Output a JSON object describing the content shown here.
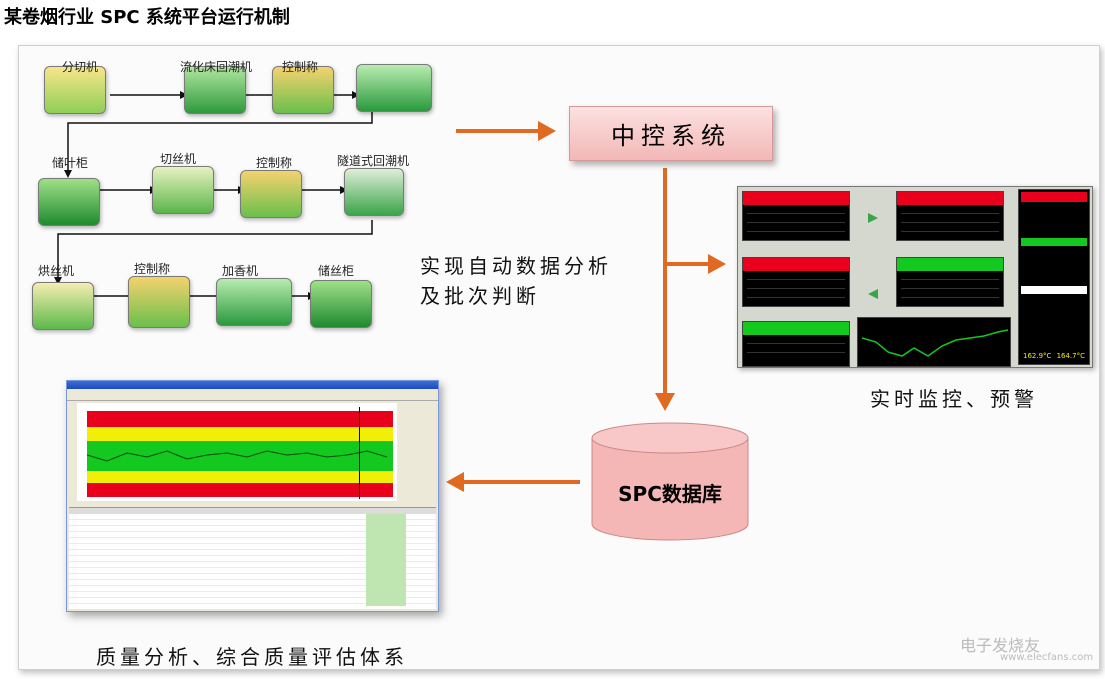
{
  "title": "某卷烟行业 SPC 系统平台运行机制",
  "machines": {
    "row1": [
      "分切机",
      "流化床回潮机",
      "控制称"
    ],
    "row2": [
      "储叶柜",
      "切丝机",
      "控制称",
      "隧道式回潮机"
    ],
    "row3": [
      "烘丝机",
      "控制称",
      "加香机",
      "储丝柜"
    ]
  },
  "central_control": "中控系统",
  "analysis_text": [
    "实现自动数据分析",
    "及批次判断"
  ],
  "monitor_caption": "实时监控、预警",
  "database_label": "SPC数据库",
  "quality_caption": "质量分析、综合质量评估体系",
  "monitor_small": {
    "temp_a": "162.9°C",
    "temp_b": "164.7°C"
  },
  "watermark": {
    "name": "电子发烧友",
    "url": "www.elecfans.com"
  },
  "colors": {
    "arrow": "#e06a22",
    "red": "#e8001c",
    "yellow": "#f2ef06",
    "green": "#13c81f",
    "db": "#f5b6b6"
  }
}
